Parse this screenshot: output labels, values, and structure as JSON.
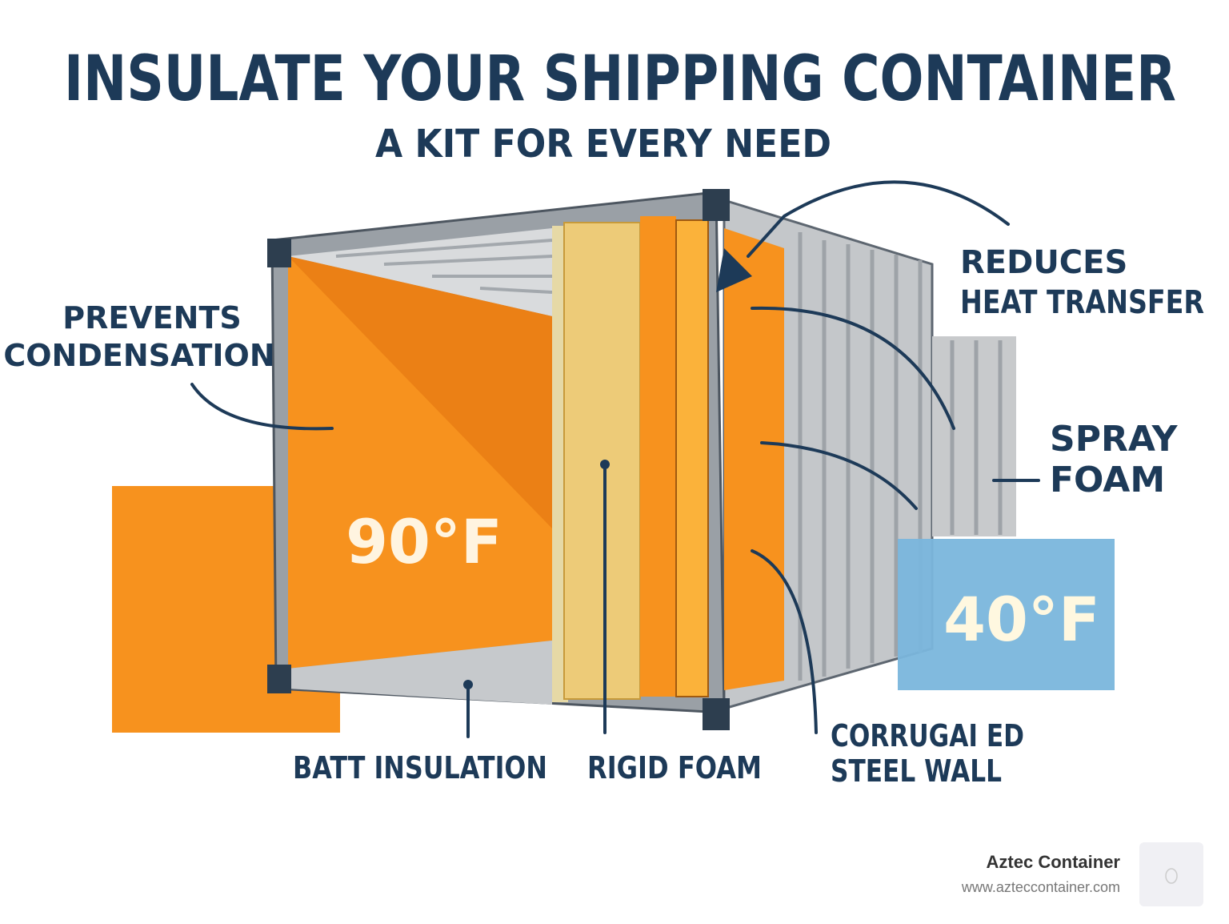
{
  "title": "INSULATE YOUR SHIPPING CONTAINER",
  "subtitle": "A KIT FOR EVERY NEED",
  "labels": {
    "prevents": [
      "PREVENTS",
      "CONDENSATION"
    ],
    "reduces": [
      "REDUCES",
      "HEAT TRANSFER"
    ],
    "spray": [
      "SPRAY",
      "FOAM"
    ],
    "batt": "BATT INSULATION",
    "rigid": "RIGID FOAM",
    "corrugated": [
      "CORRUGAI ED",
      "STEEL WALL"
    ]
  },
  "temps": {
    "hot": "90°F",
    "cold": "40°F"
  },
  "colors": {
    "navy": "#1d3a58",
    "orange": "#f7921e",
    "foam": "#edcb78",
    "steel": "#b9bcc0",
    "cold": "#7ab6dc"
  },
  "brand": {
    "name": "Aztec Container",
    "url": "www.azteccontainer.com",
    "logo_icon": "bear-icon"
  }
}
